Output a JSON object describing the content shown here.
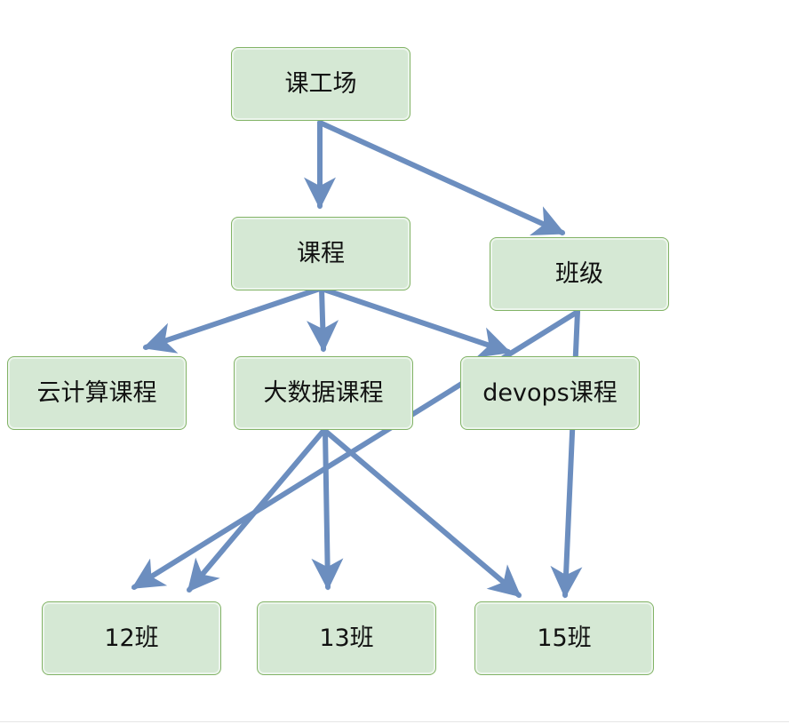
{
  "diagram": {
    "edge_color": "#6c8ebf",
    "node_fill": "#d5e8d4",
    "node_border": "#82b366",
    "nodes": {
      "root": "课工场",
      "course": "课程",
      "class": "班级",
      "cloud": "云计算课程",
      "bigdata": "大数据课程",
      "devops": "devops课程",
      "c12": "12班",
      "c13": "13班",
      "c15": "15班"
    },
    "edges": [
      [
        "root",
        "course"
      ],
      [
        "root",
        "class"
      ],
      [
        "course",
        "cloud"
      ],
      [
        "course",
        "bigdata"
      ],
      [
        "course",
        "devops"
      ],
      [
        "class",
        "c12"
      ],
      [
        "class",
        "c15"
      ],
      [
        "bigdata",
        "c12"
      ],
      [
        "bigdata",
        "c13"
      ],
      [
        "bigdata",
        "c15"
      ]
    ]
  }
}
